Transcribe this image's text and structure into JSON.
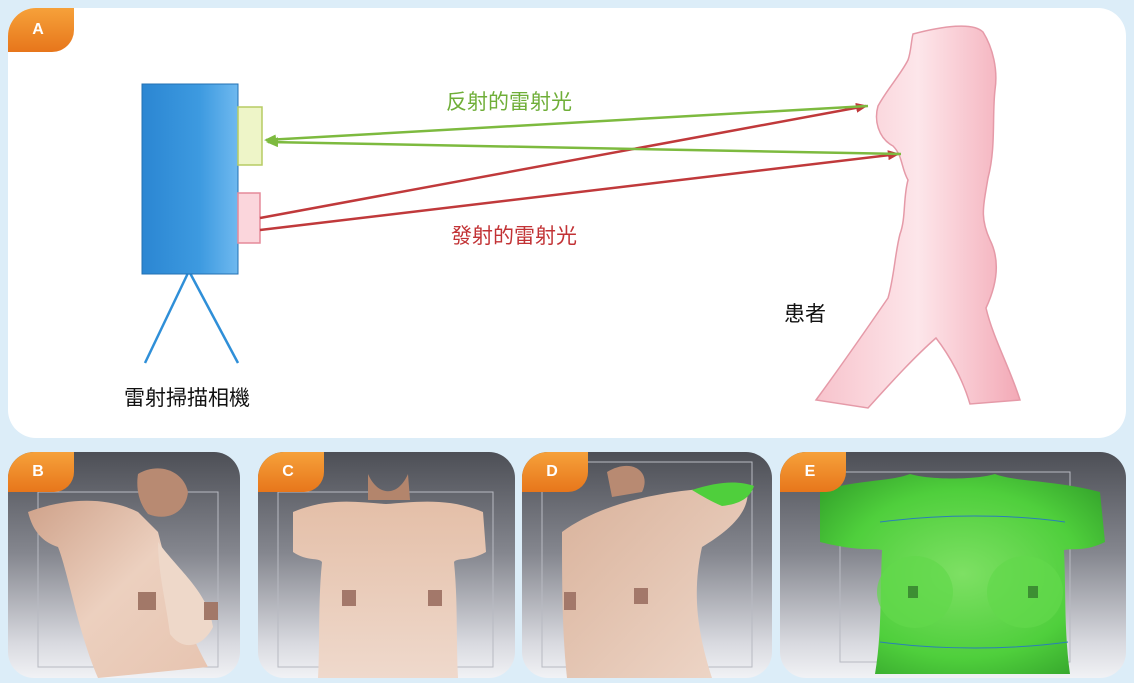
{
  "panels": {
    "a": {
      "tag": "A"
    },
    "b": {
      "tag": "B"
    },
    "c": {
      "tag": "C"
    },
    "d": {
      "tag": "D"
    },
    "e": {
      "tag": "E"
    }
  },
  "labels": {
    "reflected": "反射的雷射光",
    "emitted": "發射的雷射光",
    "patient": "患者",
    "camera": "雷射掃描相機"
  },
  "colors": {
    "reflected": "#7dba3f",
    "emitted": "#c0393b",
    "camera": "#2f8fd8",
    "patient": "#f6b8c3",
    "tag": "#ef8a25",
    "scan_green": "#4fcf3c",
    "skin": "#e9c7b2"
  }
}
